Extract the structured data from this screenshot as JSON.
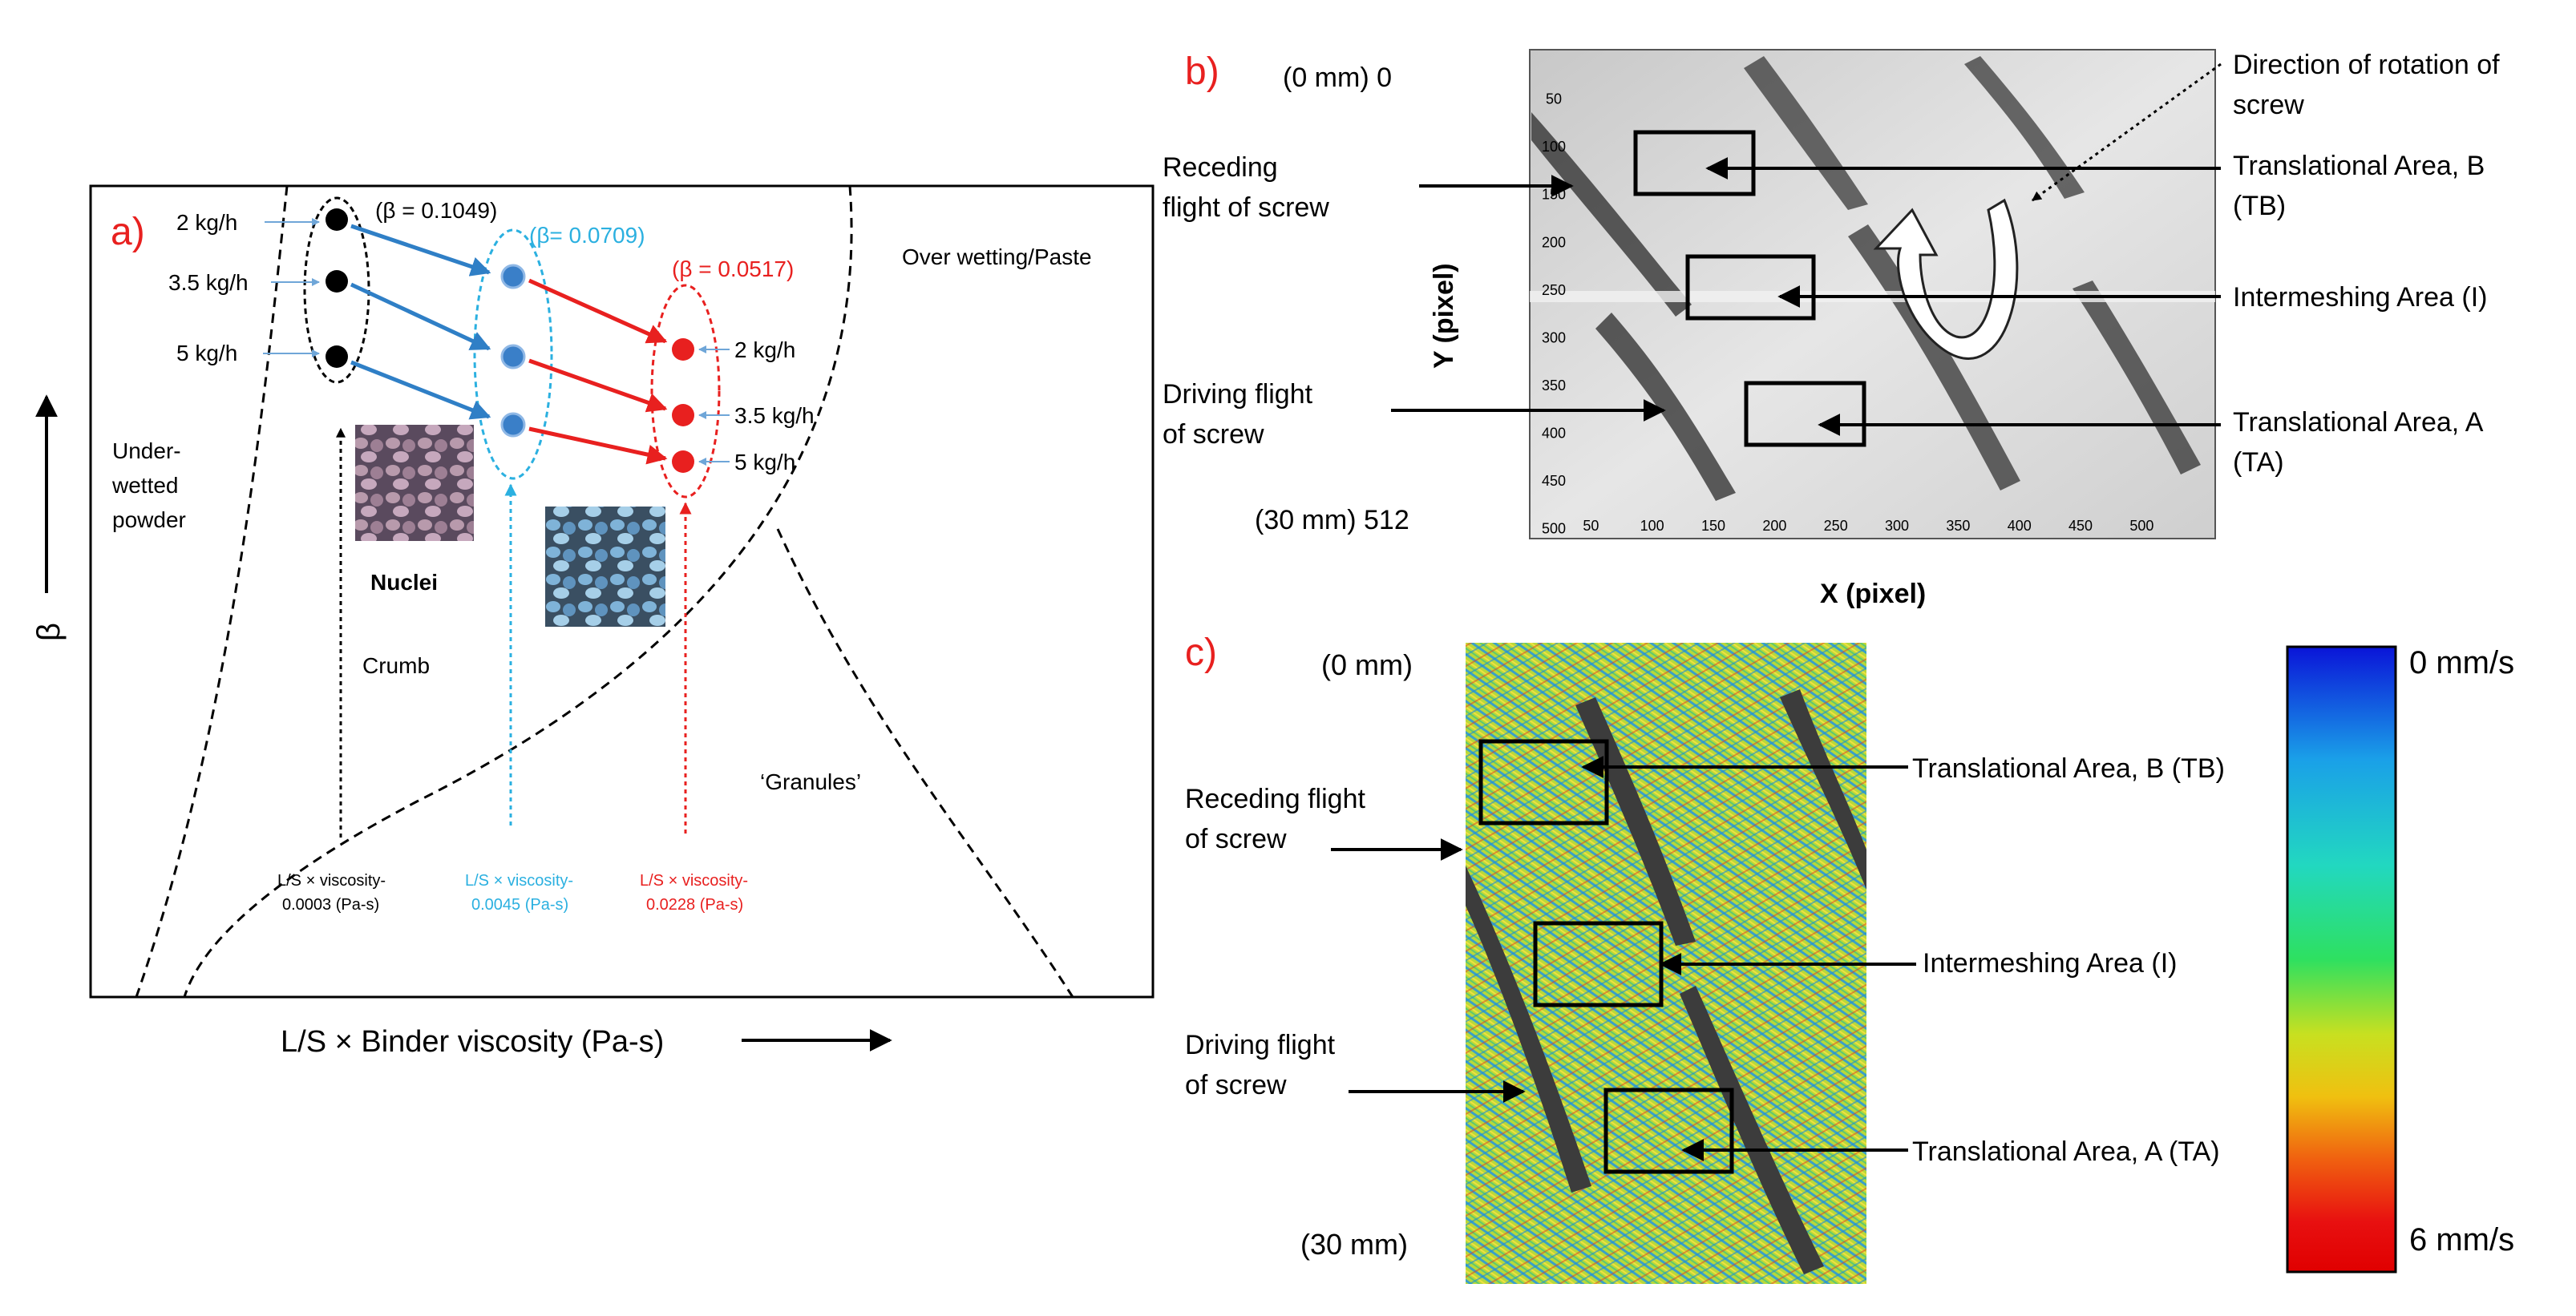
{
  "colors": {
    "black": "#000000",
    "blue": "#2f7fc6",
    "cyan": "#2bb0e0",
    "red": "#e8201f",
    "panel_label": "#e8201f"
  },
  "panel_a": {
    "label": "a)",
    "rates": [
      "2 kg/h",
      "3.5 kg/h",
      "5 kg/h"
    ],
    "beta_black": "(β = 0.1049)",
    "beta_blue": "(β= 0.0709)",
    "beta_red": "(β = 0.0517)",
    "region_over": "Over wetting/Paste",
    "region_under_1": "Under-",
    "region_under_2": "wetted",
    "region_under_3": "powder",
    "nuclei": "Nuclei",
    "crumb": "Crumb",
    "granules": "‘Granules’",
    "ls_black_1": "L/S × viscosity-",
    "ls_black_2": "0.0003 (Pa-s)",
    "ls_blue_1": "L/S × viscosity-",
    "ls_blue_2": "0.0045 (Pa-s)",
    "ls_red_1": "L/S × viscosity-",
    "ls_red_2": "0.0228 (Pa-s)",
    "y_axis": "β",
    "x_axis": "L/S × Binder viscosity (Pa-s)"
  },
  "panel_b": {
    "label": "b)",
    "top_pos": "(0 mm) 0",
    "bottom_pos": "(30 mm) 512",
    "receding_1": "Receding",
    "receding_2": "flight of screw",
    "driving_1": "Driving flight",
    "driving_2": "of screw",
    "direction_1": "Direction of rotation of",
    "direction_2": "screw",
    "tb_1": "Translational Area, B",
    "tb_2": "(TB)",
    "intermeshing": "Intermeshing Area (I)",
    "ta_1": "Translational Area, A",
    "ta_2": "(TA)",
    "y_label": "Y (pixel)",
    "x_label": "X (pixel)",
    "y_ticks": [
      "50",
      "100",
      "150",
      "200",
      "250",
      "300",
      "350",
      "400",
      "450",
      "500"
    ],
    "x_ticks": [
      "50",
      "100",
      "150",
      "200",
      "250",
      "300",
      "350",
      "400",
      "450",
      "500"
    ]
  },
  "panel_c": {
    "label": "c)",
    "top_pos": "(0 mm)",
    "bottom_pos": "(30 mm)",
    "receding_1": "Receding flight",
    "receding_2": "of screw",
    "driving_1": "Driving flight",
    "driving_2": "of screw",
    "tb": "Translational Area, B (TB)",
    "intermeshing": "Intermeshing Area (I)",
    "ta": "Translational Area, A (TA)",
    "scale_top": "0 mm/s",
    "scale_bottom": "6 mm/s"
  }
}
